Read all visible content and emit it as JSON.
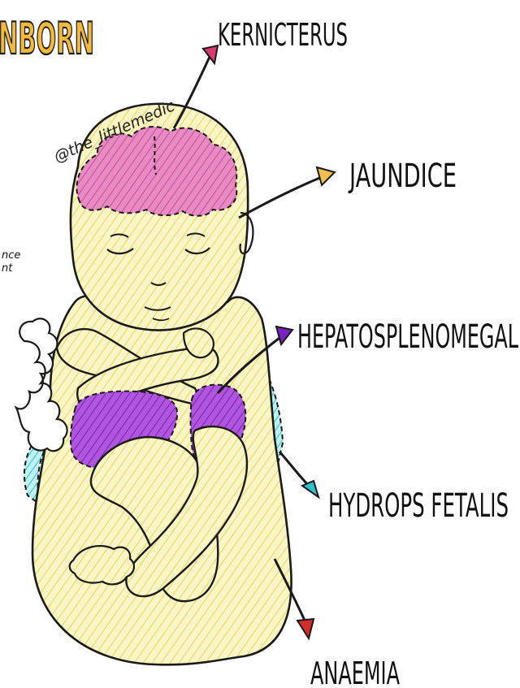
{
  "title": "NBORN",
  "handle": "@the_littlemedic",
  "side_note": [
    "nce",
    "nt"
  ],
  "labels": {
    "kernicterus": "KERNICTERUS",
    "jaundice": "JAUNDICE",
    "hepatosplenomegaly": "HEPATOSPLENOMEGAL",
    "hydrops": "HYDROPS FETALIS",
    "anaemia": "ANAEMIA"
  },
  "colors": {
    "body_fill": "#FAF5C4",
    "body_hatch": "#E7D768",
    "brain": "#E46FB3",
    "liver_spleen": "#9B35CC",
    "hydrops": "#2BC3CB",
    "title": "#F2B93A",
    "arrow_kernicterus": "#D93A6B",
    "arrow_jaundice": "#F4BE4A",
    "arrow_hepato": "#7B22C2",
    "arrow_hydrops": "#2BC3CB",
    "arrow_anaemia": "#D52C2C",
    "outline": "#1A1A1A"
  }
}
